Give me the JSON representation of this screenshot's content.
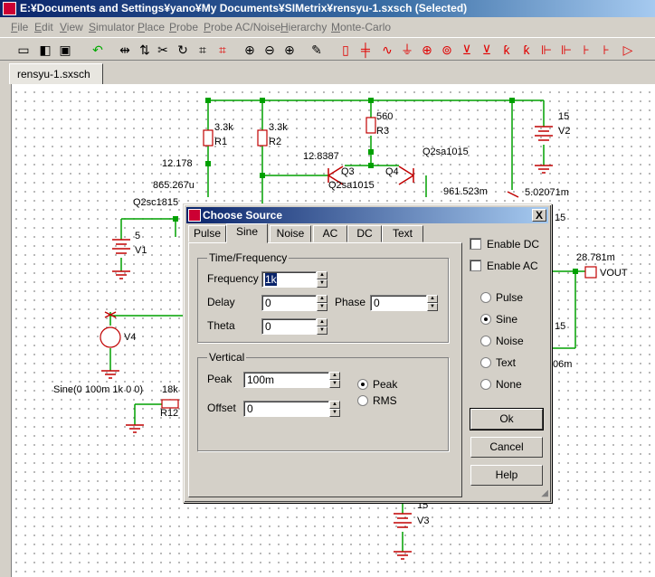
{
  "window": {
    "title": "E:¥Documents and Settings¥yano¥My Documents¥SIMetrix¥rensyu-1.sxsch (Selected)"
  },
  "menu": [
    "File",
    "Edit",
    "View",
    "Simulator",
    "Place",
    "Probe",
    "Probe AC/Noise",
    "Hierarchy",
    "Monte-Carlo"
  ],
  "document_tab": "rensyu-1.sxsch",
  "schematic": {
    "labels": {
      "r1_val": "3.3k",
      "r1": "R1",
      "r2_val": "3.3k",
      "r2": "R2",
      "r3_val": "560",
      "r3": "R3",
      "v2_val": "15",
      "v2": "V2",
      "n12178": "12.178",
      "n128387": "12.8387",
      "q3": "Q3",
      "q4": "Q4",
      "q2sa1015_a": "Q2sa1015",
      "q2sa1015_b": "Q2sa1015",
      "n865": "865.267u",
      "q2sc": "Q2sc1815",
      "n961": "961.523m",
      "n502": "5.02071m",
      "v15a": "15",
      "v1_val": "5",
      "v1": "V1",
      "n28781": "28.781m",
      "vout": "VOUT",
      "v4": "V4",
      "sine_txt": "Sine(0 100m 1k 0 0)",
      "r12_val": "18k",
      "r12": "R12",
      "v15b": "15",
      "n06m": "06m",
      "v3_val": "15",
      "v3": "V3"
    }
  },
  "dialog": {
    "title": "Choose Source",
    "close": "X",
    "tabs": [
      "Pulse",
      "Sine",
      "Noise",
      "AC",
      "DC",
      "Text"
    ],
    "active_tab": "Sine",
    "time_group": "Time/Frequency",
    "frequency_label": "Frequency",
    "frequency_value": "1k",
    "delay_label": "Delay",
    "delay_value": "0",
    "phase_label": "Phase",
    "phase_value": "0",
    "theta_label": "Theta",
    "theta_value": "0",
    "vertical_group": "Vertical",
    "peak_label": "Peak",
    "peak_value": "100m",
    "offset_label": "Offset",
    "offset_value": "0",
    "amp_peak": "Peak",
    "amp_rms": "RMS",
    "enable_dc": "Enable DC",
    "enable_ac": "Enable AC",
    "source_types": [
      "Pulse",
      "Sine",
      "Noise",
      "Text",
      "None"
    ],
    "selected_type": "Sine",
    "ok": "Ok",
    "cancel": "Cancel",
    "help": "Help"
  }
}
